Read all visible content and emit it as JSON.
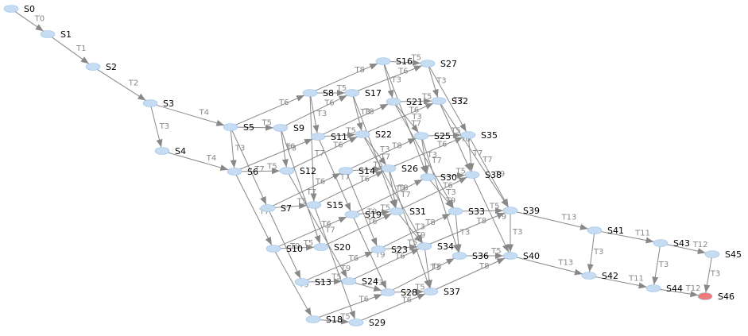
{
  "colors": {
    "node_fill": "#c5dcf3",
    "final_fill": "#f07a7a",
    "edge": "#888888",
    "label": "#000000",
    "edge_label": "#888888"
  },
  "graph": {
    "final_state": "S46",
    "states": [
      "S0",
      "S1",
      "S2",
      "S3",
      "S4",
      "S5",
      "S6",
      "S7",
      "S8",
      "S9",
      "S10",
      "S11",
      "S12",
      "S13",
      "S14",
      "S15",
      "S16",
      "S17",
      "S18",
      "S19",
      "S20",
      "S21",
      "S22",
      "S23",
      "S24",
      "S25",
      "S26",
      "S27",
      "S28",
      "S29",
      "S30",
      "S31",
      "S32",
      "S33",
      "S34",
      "S35",
      "S36",
      "S37",
      "S38",
      "S39",
      "S40",
      "S41",
      "S42",
      "S43",
      "S44",
      "S45",
      "S46"
    ],
    "transitions": [
      {
        "from": "S0",
        "to": "S1",
        "label": "T0"
      },
      {
        "from": "S1",
        "to": "S2",
        "label": "T1"
      },
      {
        "from": "S2",
        "to": "S3",
        "label": "T2"
      },
      {
        "from": "S3",
        "to": "S4",
        "label": "T3"
      },
      {
        "from": "S3",
        "to": "S5",
        "label": "T4"
      },
      {
        "from": "S4",
        "to": "S6",
        "label": "T4"
      },
      {
        "from": "S5",
        "to": "S6",
        "label": "T3"
      },
      {
        "from": "S5",
        "to": "S8",
        "label": "T6"
      },
      {
        "from": "S5",
        "to": "S9",
        "label": "T5"
      },
      {
        "from": "S5",
        "to": "S7",
        "label": "T7"
      },
      {
        "from": "S6",
        "to": "S11",
        "label": "T6"
      },
      {
        "from": "S6",
        "to": "S12",
        "label": "T5"
      },
      {
        "from": "S6",
        "to": "S10",
        "label": "T7"
      },
      {
        "from": "S7",
        "to": "S14",
        "label": "T6"
      },
      {
        "from": "S7",
        "to": "S15",
        "label": "T5"
      },
      {
        "from": "S7",
        "to": "S13",
        "label": "T9"
      },
      {
        "from": "S8",
        "to": "S16",
        "label": "T8"
      },
      {
        "from": "S8",
        "to": "S17",
        "label": "T5"
      },
      {
        "from": "S8",
        "to": "S11",
        "label": "T3"
      },
      {
        "from": "S8",
        "to": "S15",
        "label": "T7"
      },
      {
        "from": "S9",
        "to": "S17",
        "label": "T6"
      },
      {
        "from": "S9",
        "to": "S12",
        "label": "T3"
      },
      {
        "from": "S9",
        "to": "S20",
        "label": "T7"
      },
      {
        "from": "S10",
        "to": "S19",
        "label": "T6"
      },
      {
        "from": "S10",
        "to": "S20",
        "label": "T5"
      },
      {
        "from": "S10",
        "to": "S18",
        "label": "T9"
      },
      {
        "from": "S11",
        "to": "S21",
        "label": "T8"
      },
      {
        "from": "S11",
        "to": "S22",
        "label": "T5"
      },
      {
        "from": "S11",
        "to": "S19",
        "label": "T7"
      },
      {
        "from": "S12",
        "to": "S22",
        "label": "T6"
      },
      {
        "from": "S12",
        "to": "S24",
        "label": "T7"
      },
      {
        "from": "S13",
        "to": "S23",
        "label": "T6"
      },
      {
        "from": "S13",
        "to": "S24",
        "label": "T5"
      },
      {
        "from": "S14",
        "to": "S25",
        "label": "T8"
      },
      {
        "from": "S14",
        "to": "S26",
        "label": "T5"
      },
      {
        "from": "S14",
        "to": "S23",
        "label": "T9"
      },
      {
        "from": "S15",
        "to": "S26",
        "label": "T6"
      },
      {
        "from": "S15",
        "to": "S29",
        "label": "T9"
      },
      {
        "from": "S16",
        "to": "S27",
        "label": "T5"
      },
      {
        "from": "S16",
        "to": "S21",
        "label": "T3"
      },
      {
        "from": "S16",
        "to": "S30",
        "label": "T7"
      },
      {
        "from": "S17",
        "to": "S27",
        "label": "T6"
      },
      {
        "from": "S17",
        "to": "S22",
        "label": "T3"
      },
      {
        "from": "S17",
        "to": "S31",
        "label": "T7"
      },
      {
        "from": "S18",
        "to": "S28",
        "label": "T6"
      },
      {
        "from": "S18",
        "to": "S29",
        "label": "T5"
      },
      {
        "from": "S19",
        "to": "S30",
        "label": "T8"
      },
      {
        "from": "S19",
        "to": "S31",
        "label": "T5"
      },
      {
        "from": "S19",
        "to": "S28",
        "label": "T9"
      },
      {
        "from": "S20",
        "to": "S31",
        "label": "T6"
      },
      {
        "from": "S21",
        "to": "S32",
        "label": "T5"
      },
      {
        "from": "S21",
        "to": "S25",
        "label": "T3"
      },
      {
        "from": "S21",
        "to": "S33",
        "label": "T7"
      },
      {
        "from": "S22",
        "to": "S32",
        "label": "T6"
      },
      {
        "from": "S22",
        "to": "S26",
        "label": "T3"
      },
      {
        "from": "S22",
        "to": "S34",
        "label": "T7"
      },
      {
        "from": "S23",
        "to": "S33",
        "label": "T8"
      },
      {
        "from": "S23",
        "to": "S34",
        "label": "T5"
      },
      {
        "from": "S24",
        "to": "S34",
        "label": "T6"
      },
      {
        "from": "S24",
        "to": "S28",
        "label": "T3"
      },
      {
        "from": "S25",
        "to": "S35",
        "label": "T5"
      },
      {
        "from": "S25",
        "to": "S30",
        "label": "T3"
      },
      {
        "from": "S25",
        "to": "S36",
        "label": "T9"
      },
      {
        "from": "S26",
        "to": "S35",
        "label": "T6"
      },
      {
        "from": "S26",
        "to": "S31",
        "label": "T3"
      },
      {
        "from": "S26",
        "to": "S37",
        "label": "T9"
      },
      {
        "from": "S27",
        "to": "S32",
        "label": "T3"
      },
      {
        "from": "S27",
        "to": "S35",
        "label": "T7"
      },
      {
        "from": "S28",
        "to": "S36",
        "label": "T8"
      },
      {
        "from": "S28",
        "to": "S37",
        "label": "T5"
      },
      {
        "from": "S29",
        "to": "S37",
        "label": "T6"
      },
      {
        "from": "S30",
        "to": "S38",
        "label": "T5"
      },
      {
        "from": "S30",
        "to": "S33",
        "label": "T3"
      },
      {
        "from": "S31",
        "to": "S38",
        "label": "T6"
      },
      {
        "from": "S31",
        "to": "S34",
        "label": "T3"
      },
      {
        "from": "S32",
        "to": "S38",
        "label": "T8"
      },
      {
        "from": "S32",
        "to": "S39",
        "label": "T7"
      },
      {
        "from": "S33",
        "to": "S39",
        "label": "T5"
      },
      {
        "from": "S33",
        "to": "S36",
        "label": "T3"
      },
      {
        "from": "S34",
        "to": "S39",
        "label": "T8"
      },
      {
        "from": "S34",
        "to": "S37",
        "label": "T3"
      },
      {
        "from": "S35",
        "to": "S38",
        "label": "T7"
      },
      {
        "from": "S35",
        "to": "S39",
        "label": "T9"
      },
      {
        "from": "S36",
        "to": "S40",
        "label": "T5"
      },
      {
        "from": "S37",
        "to": "S40",
        "label": "T8"
      },
      {
        "from": "S38",
        "to": "S40",
        "label": "T9"
      },
      {
        "from": "S39",
        "to": "S40",
        "label": "T3"
      },
      {
        "from": "S39",
        "to": "S41",
        "label": "T13"
      },
      {
        "from": "S40",
        "to": "S42",
        "label": "T13"
      },
      {
        "from": "S41",
        "to": "S42",
        "label": "T3"
      },
      {
        "from": "S41",
        "to": "S43",
        "label": "T11"
      },
      {
        "from": "S42",
        "to": "S44",
        "label": "T11"
      },
      {
        "from": "S43",
        "to": "S44",
        "label": "T3"
      },
      {
        "from": "S43",
        "to": "S45",
        "label": "T12"
      },
      {
        "from": "S44",
        "to": "S46",
        "label": "T12"
      },
      {
        "from": "S45",
        "to": "S46",
        "label": "T3"
      }
    ]
  }
}
